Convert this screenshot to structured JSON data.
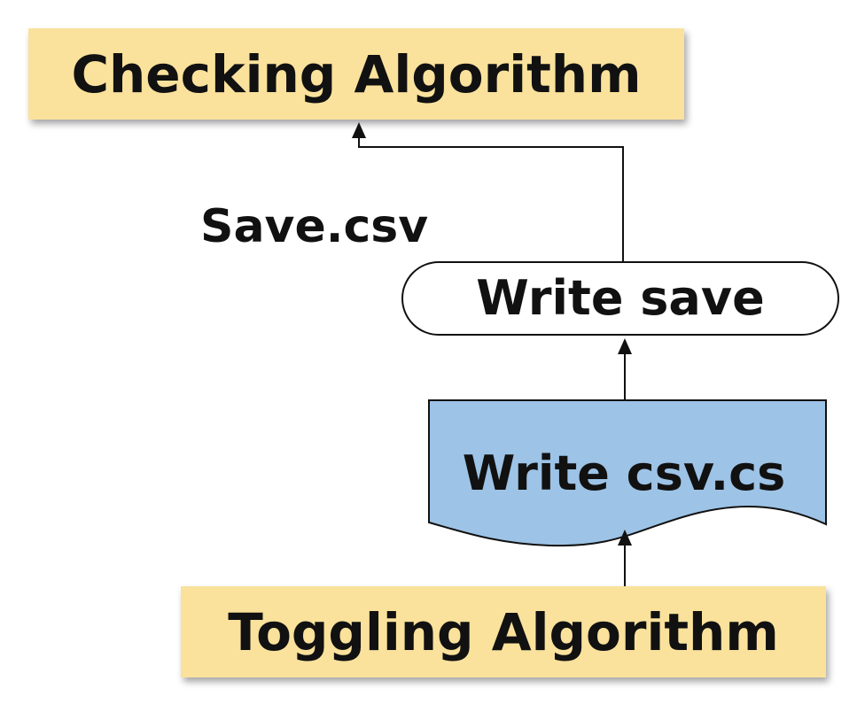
{
  "diagram": {
    "nodes": {
      "checking": {
        "label": "Checking Algorithm",
        "shape": "rectangle",
        "fill": "#FAE29C"
      },
      "write_save": {
        "label": "Write save",
        "shape": "terminator",
        "fill": "#FFFFFF"
      },
      "write_csv": {
        "label": "Write csv.cs",
        "shape": "document",
        "fill": "#9DC3E6"
      },
      "toggling": {
        "label": "Toggling Algorithm",
        "shape": "rectangle",
        "fill": "#FAE29C"
      }
    },
    "edges": [
      {
        "from": "toggling",
        "to": "write_csv"
      },
      {
        "from": "write_csv",
        "to": "write_save"
      },
      {
        "from": "write_save",
        "to": "checking",
        "label": "Save.csv"
      }
    ],
    "edge_label": "Save.csv"
  }
}
